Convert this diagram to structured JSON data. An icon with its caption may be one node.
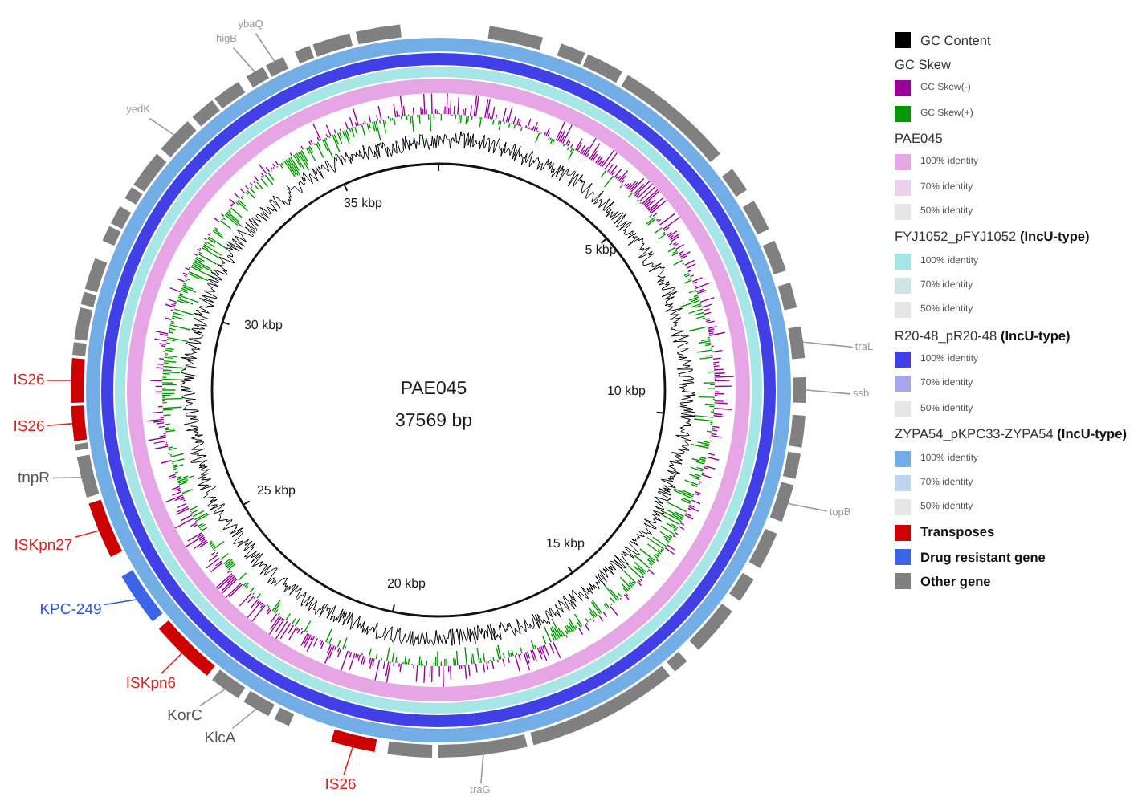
{
  "diagram": {
    "nodes": [
      {
        "text": [
          "ybaQ"
        ]
      },
      {
        "text": [
          "higB"
        ]
      },
      {
        "text": [
          "yedK"
        ]
      },
      {
        "text": [
          "traL"
        ]
      },
      {
        "text": [
          "IS26"
        ]
      },
      {
        "text": [
          "ssb"
        ]
      },
      {
        "text": [
          "IS26"
        ]
      },
      {
        "text": [
          "tnpR"
        ]
      },
      {
        "text": [
          "topB"
        ]
      },
      {
        "text": [
          "ISKpn27"
        ]
      },
      {
        "text": [
          "KPC-249"
        ]
      },
      {
        "text": [
          "ISKpn6"
        ]
      },
      {
        "text": [
          "KorC"
        ]
      },
      {
        "text": [
          "KlcA"
        ]
      },
      {
        "text": [
          "IS26"
        ]
      },
      {
        "text": [
          "traG"
        ]
      },
      {
        "text": [],
        "shape": "bar"
      },
      {
        "text": [],
        "shape": "bar"
      },
      {
        "text": [],
        "shape": "bar"
      },
      {
        "text": [],
        "shape": "bar"
      },
      {
        "text": [],
        "shape": "bar"
      },
      {
        "text": [],
        "shape": "bar"
      },
      {
        "text": [],
        "shape": "bar"
      },
      {
        "text": [],
        "shape": "bar"
      },
      {
        "text": [],
        "shape": "bar"
      },
      {
        "text": [],
        "shape": "bar"
      },
      {
        "text": [],
        "shape": "bar"
      },
      {
        "text": [],
        "shape": "bar"
      },
      {
        "text": [],
        "shape": "bar"
      },
      {
        "text": [],
        "shape": "bar"
      },
      {
        "text": [],
        "shape": "bar"
      },
      {
        "text": [],
        "shape": "bar"
      },
      {
        "text": [],
        "shape": "bar"
      },
      {
        "text": [],
        "shape": "bar"
      },
      {
        "text": [],
        "shape": "bar"
      },
      {
        "text": [],
        "shape": "bar"
      },
      {
        "text": [],
        "shape": "bar"
      },
      {
        "text": [],
        "shape": "bar"
      },
      {
        "text": [],
        "shape": "bar"
      },
      {
        "text": [],
        "shape": "bar"
      },
      {
        "text": [],
        "shape": "bar"
      },
      {
        "text": [],
        "shape": "bar"
      },
      {
        "text": [],
        "shape": "bar"
      },
      {
        "text": [],
        "shape": "bar"
      },
      {
        "text": [],
        "shape": "bar"
      },
      {
        "text": [],
        "shape": "bar"
      },
      {
        "text": [],
        "shape": "bar"
      },
      {
        "text": [],
        "shape": "bar"
      },
      {
        "text": [],
        "shape": "bar"
      },
      {
        "text": [],
        "shape": "bar"
      },
      {
        "text": [],
        "shape": "bar"
      },
      {
        "text": [],
        "shape": "bar"
      },
      {
        "text": [],
        "shape": "bar"
      },
      {
        "text": [],
        "shape": "bar"
      },
      {
        "text": [],
        "shape": "bar"
      },
      {
        "text": [],
        "shape": "bar"
      },
      {
        "text": [],
        "shape": "bar"
      },
      {
        "text": [],
        "shape": "bar"
      },
      {
        "text": [],
        "shape": "bar"
      },
      {
        "text": [],
        "shape": "bar"
      },
      {
        "text": [],
        "shape": "bar"
      },
      {
        "text": [],
        "shape": "bar"
      },
      {
        "text": [],
        "shape": "bar"
      }
    ],
    "edges": [
      {
        "from": 0,
        "to": 59,
        "arrow": "none"
      },
      {
        "from": 1,
        "to": 58,
        "arrow": "none"
      },
      {
        "from": 2,
        "to": 55,
        "arrow": "none"
      },
      {
        "from": 3,
        "to": 24,
        "arrow": "none"
      },
      {
        "from": 4,
        "to": 46,
        "arrow": "none",
        "color": "#dd2222"
      },
      {
        "from": 5,
        "to": 25,
        "arrow": "none"
      },
      {
        "from": 6,
        "to": 45,
        "arrow": "none",
        "color": "#dd2222"
      },
      {
        "from": 7,
        "to": 43,
        "arrow": "none"
      },
      {
        "from": 8,
        "to": 28,
        "arrow": "none"
      },
      {
        "from": 9,
        "to": 42,
        "arrow": "none",
        "color": "#dd2222"
      },
      {
        "from": 10,
        "to": 41,
        "arrow": "none",
        "color": "#3355dd"
      },
      {
        "from": 11,
        "to": 40,
        "arrow": "none",
        "color": "#dd2222"
      },
      {
        "from": 12,
        "to": 39,
        "arrow": "none"
      },
      {
        "from": 13,
        "to": 38,
        "arrow": "none"
      },
      {
        "from": 14,
        "to": 36,
        "arrow": "none",
        "color": "#dd2222"
      },
      {
        "from": 15,
        "to": 34,
        "arrow": "none"
      }
    ],
    "labels": [
      "35 kbp",
      "5 kbp",
      "30 kbp",
      "PAE045",
      "10 kbp",
      "37569 bp",
      "25 kbp",
      "15 kbp",
      "20 kbp"
    ],
    "legend": [
      {
        "text": "GC Content",
        "color": "#000000"
      },
      {
        "text": "GC Skew"
      },
      {
        "text": "GC Skew(-)",
        "color": "#990099"
      },
      {
        "text": "GC Skew(+)",
        "color": "#009900"
      },
      {
        "text": "PAE045"
      },
      {
        "text": "100% identity",
        "color": "#e6a6e6"
      },
      {
        "text": "70% identity",
        "color": "#ecd0ec"
      },
      {
        "text": "50% identity",
        "color": "#e6e6e6"
      },
      {
        "text": "FYJ1052_pFYJ1052 **(IncU-type)**"
      },
      {
        "text": "100% identity",
        "color": "#a6e6e6"
      },
      {
        "text": "70% identity",
        "color": "#cce6e6"
      },
      {
        "text": "50% identity",
        "color": "#e6e6e6"
      },
      {
        "text": "R20-48_pR20-48 **(IncU-type)**"
      },
      {
        "text": "100% identity",
        "color": "#4040e6"
      },
      {
        "text": "70% identity",
        "color": "#a6a6ec"
      },
      {
        "text": "50% identity",
        "color": "#e6e6e6"
      },
      {
        "text": "ZYPA54_pKPC33-ZYPA54 **(IncU-type)**"
      },
      {
        "text": "100% identity",
        "color": "#73ade6"
      },
      {
        "text": "70% identity",
        "color": "#bdd5ee"
      },
      {
        "text": "50% identity",
        "color": "#e6e6e6"
      },
      {
        "text": "Transposes",
        "color": "#cc0000"
      },
      {
        "text": "Drug resistant gene",
        "color": "#3c64e6"
      },
      {
        "text": "Other gene",
        "color": "#808080"
      }
    ]
  }
}
